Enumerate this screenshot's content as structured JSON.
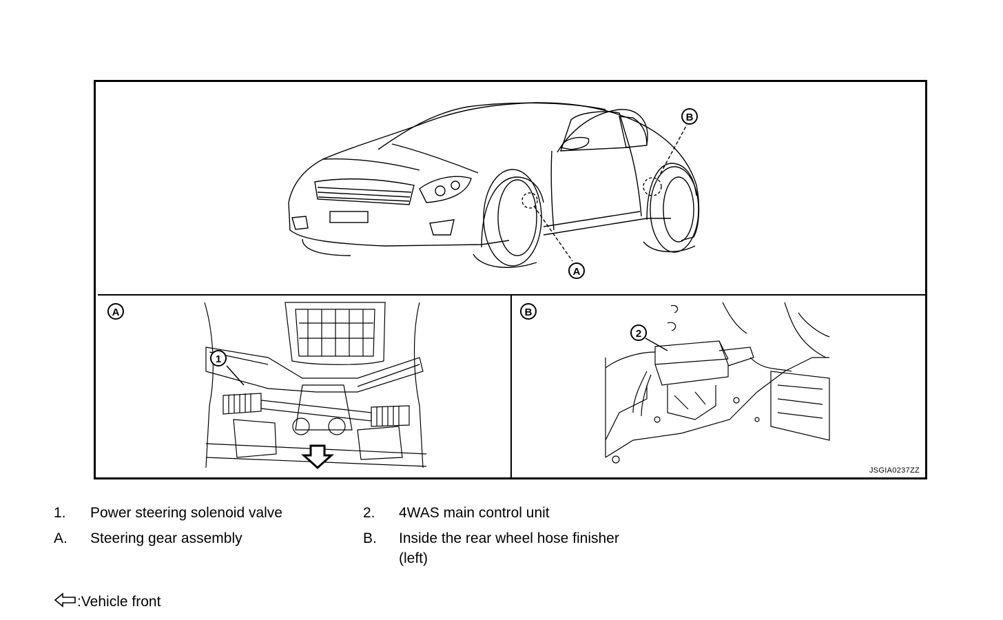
{
  "figure": {
    "code": "JSGIA0237ZZ",
    "callouts": {
      "view_a_marker": "A",
      "view_b_marker": "B",
      "car_a": "A",
      "car_b": "B",
      "item1": "1",
      "item2": "2"
    }
  },
  "legend": [
    {
      "num": "1.",
      "text": "Power steering solenoid valve"
    },
    {
      "num": "2.",
      "text": "4WAS main control unit"
    },
    {
      "num": "A.",
      "text": "Steering gear assembly"
    },
    {
      "num": "B.",
      "text": "Inside the rear wheel hose finisher"
    },
    {
      "num": "",
      "text": "(left)"
    }
  ],
  "vehicle_front": {
    "icon": "arrow-left-outline-icon",
    "text": ":Vehicle front"
  }
}
